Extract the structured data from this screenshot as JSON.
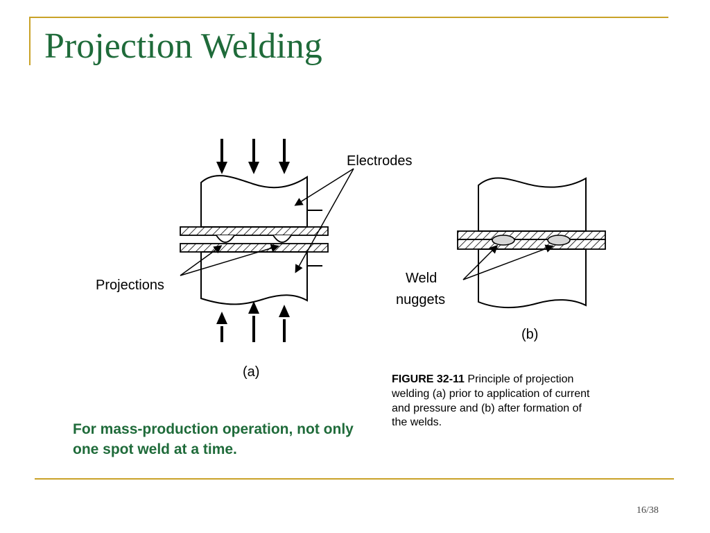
{
  "slide": {
    "title": "Projection Welding",
    "note": "For mass-production operation, not only one spot weld at a time.",
    "page_number": "16/38",
    "accent_color": "#c9a227",
    "title_color": "#1f6b3a"
  },
  "figure": {
    "label_electrodes": "Electrodes",
    "label_projections": "Projections",
    "label_weld_line1": "Weld",
    "label_weld_line2": "nuggets",
    "label_a": "(a)",
    "label_b": "(b)"
  },
  "caption": {
    "figure_id": "FIGURE 32-11",
    "text": "Principle of projection welding (a) prior to application of current and pressure and (b) after formation of the welds."
  }
}
